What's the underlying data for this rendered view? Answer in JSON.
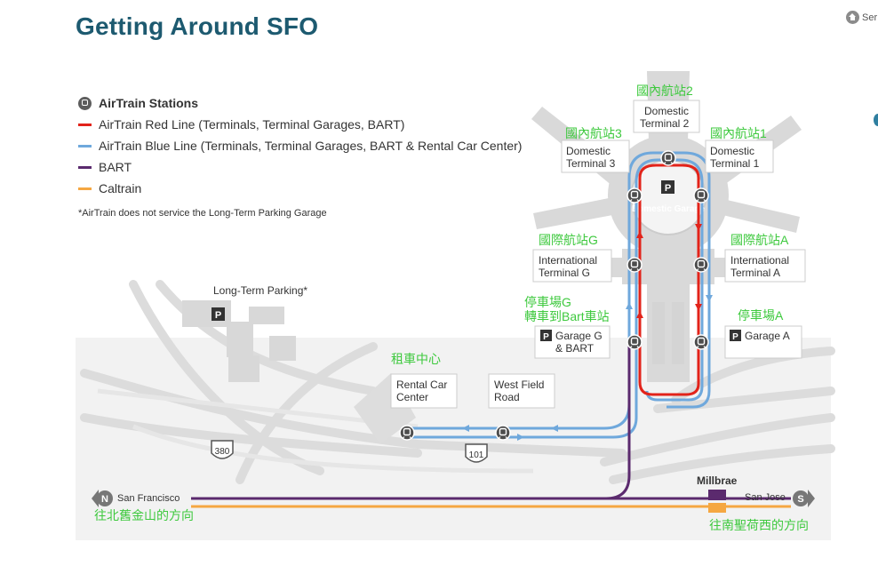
{
  "page": {
    "title": "Getting Around SFO",
    "header_link": "Ser"
  },
  "legend": {
    "title": "AirTrain Stations",
    "items": [
      {
        "label": "AirTrain Red Line (Terminals, Terminal Garages, BART)",
        "color": "#e2231a"
      },
      {
        "label": "AirTrain Blue Line (Terminals, Terminal Garages, BART & Rental Car Center)",
        "color": "#6fa8dc"
      },
      {
        "label": "BART",
        "color": "#5b2a6e"
      },
      {
        "label": "Caltrain",
        "color": "#f5a742"
      }
    ],
    "note": "*AirTrain does not service the Long-Term Parking Garage"
  },
  "colors": {
    "red_line": "#e2231a",
    "blue_line": "#6fa8dc",
    "bart": "#5b2a6e",
    "caltrain": "#f5a742",
    "annotation": "#3ec93e",
    "title": "#1d5a70"
  },
  "map": {
    "long_term_parking": "Long-Term Parking*",
    "domestic_garage": "Domestic Garage",
    "parking_symbol": "P",
    "highway_380": "380",
    "highway_101": "101",
    "north_badge": "N",
    "south_badge": "S",
    "san_francisco": "San Francisco",
    "san_jose": "San Jose",
    "millbrae": "Millbrae"
  },
  "stations": {
    "domestic_t2": [
      "Domestic",
      "Terminal 2"
    ],
    "domestic_t3": [
      "Domestic",
      "Terminal 3"
    ],
    "domestic_t1": [
      "Domestic",
      "Terminal 1"
    ],
    "intl_g": [
      "International",
      "Terminal G"
    ],
    "intl_a": [
      "International",
      "Terminal A"
    ],
    "garage_g": [
      "Garage G",
      "& BART"
    ],
    "garage_a": "Garage A",
    "rental_car": [
      "Rental Car",
      "Center"
    ],
    "west_field": [
      "West Field",
      "Road"
    ]
  },
  "annotations": {
    "t2": "國內航站2",
    "t3": "國內航站3",
    "t1": "國內航站1",
    "intl_g": "國際航站G",
    "intl_a": "國際航站A",
    "garage_g_1": "停車場G",
    "garage_g_2": "轉車到Bart車站",
    "garage_a": "停車場A",
    "rental": "租車中心",
    "north": "往北舊金山的方向",
    "south": "往南聖荷西的方向"
  }
}
